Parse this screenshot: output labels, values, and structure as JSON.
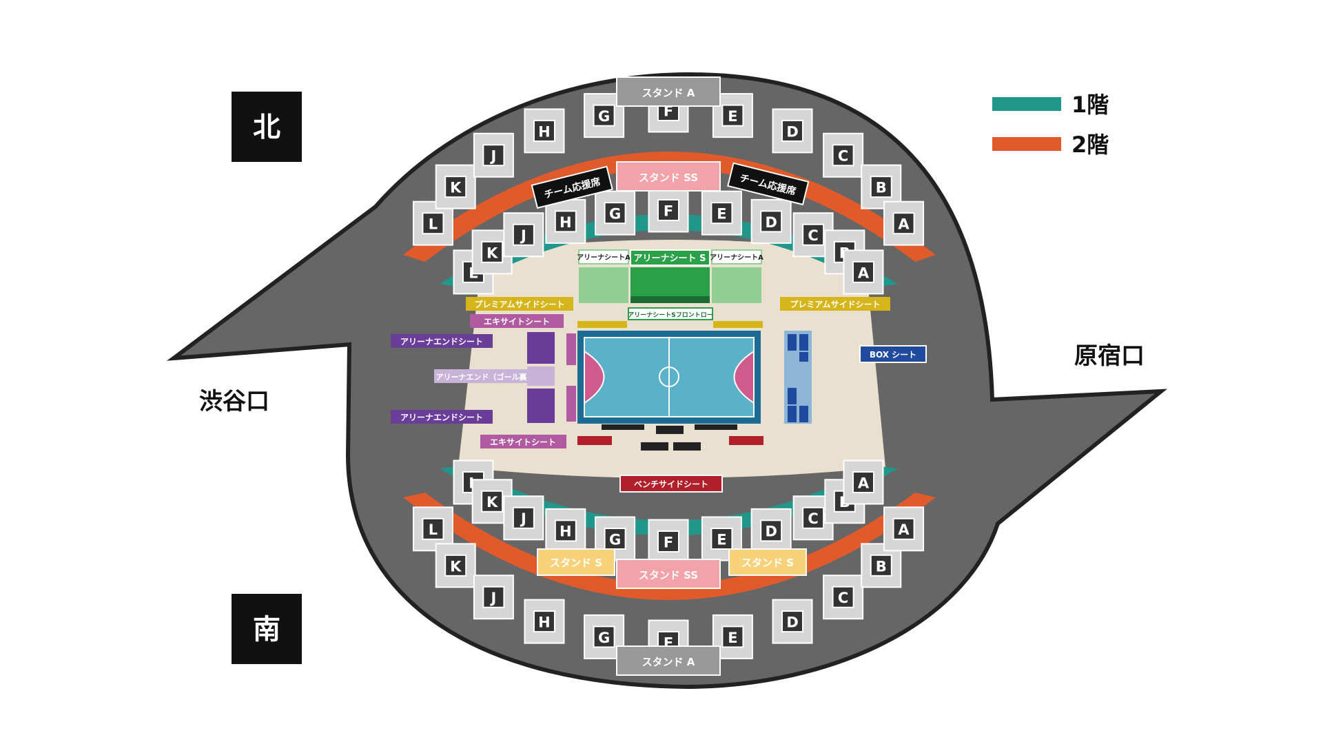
{
  "compass": {
    "north": "北",
    "south": "南"
  },
  "entrances": {
    "west": "渋谷口",
    "east": "原宿口"
  },
  "legend": [
    {
      "label": "1階",
      "color": "#21978b"
    },
    {
      "label": "2階",
      "color": "#e05a2b"
    }
  ],
  "colors": {
    "outer": "#666666",
    "court_bg": "#eae0d0",
    "stand_box": "#d6d6d6",
    "floor1": "#21978b",
    "floor2": "#e05a2b",
    "stand_ss": "#f2a3aa",
    "stand_s": "#f7d27b",
    "team": "#111111",
    "court": "#5bb1c8",
    "arena_s": "#2aa048",
    "arena_a": "#8fcf93",
    "premium": "#d6b51a",
    "excite": "#b05aa0",
    "arena_end": "#6a3d98",
    "box": "#1f4a9e",
    "bench": "#b01f2a"
  },
  "north": {
    "stand_a": "スタンド A",
    "stand_ss": "スタンド SS",
    "team_support": "チーム応援席",
    "upper_blocks": [
      "L",
      "K",
      "J",
      "H",
      "G",
      "F",
      "E",
      "D",
      "C",
      "B",
      "A"
    ],
    "lower_blocks": [
      "L",
      "K",
      "J",
      "H",
      "G",
      "F",
      "E",
      "D",
      "C",
      "B",
      "A"
    ]
  },
  "south": {
    "stand_a": "スタンド A",
    "stand_ss": "スタンド SS",
    "stand_s": "スタンド S",
    "upper_blocks": [
      "L",
      "K",
      "J",
      "H",
      "G",
      "F",
      "E",
      "D",
      "C",
      "B",
      "A"
    ],
    "lower_blocks": [
      "L",
      "K",
      "J",
      "H",
      "G",
      "F",
      "E",
      "D",
      "C",
      "B",
      "A"
    ]
  },
  "arena": {
    "arena_a": "アリーナシートA",
    "arena_s": "アリーナシート S",
    "arena_s_front": "アリーナシートSフロントロー",
    "premium_side": "プレミアムサイドシート",
    "excite": "エキサイトシート",
    "arena_end": "アリーナエンドシート",
    "arena_end_goal": "アリーナエンド（ゴール裏）",
    "box": "BOX シート",
    "bench_side": "ベンチサイドシート"
  }
}
